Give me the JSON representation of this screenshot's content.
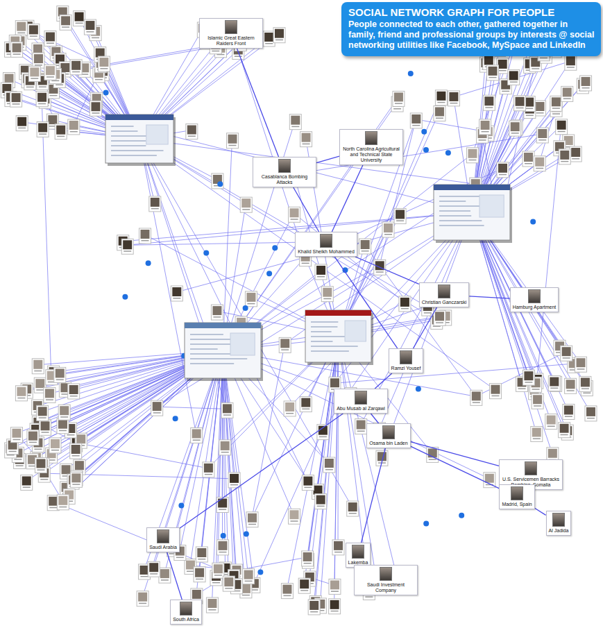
{
  "diagram": {
    "title": "SOCIAL NETWORK GRAPH FOR PEOPLE",
    "caption": "People connected to each other, gathered together in family, friend and professional groups by interests @ social networking utilities like Facebook, MySpace and LinkedIn",
    "nodes": [
      {
        "text": [
          "Khalid Sheikh Mohammed"
        ]
      },
      {
        "text": [
          "Islamic Great Eastern Raiders Front"
        ]
      },
      {
        "text": [
          "Casablanca Bombing Attacks"
        ]
      },
      {
        "text": [
          "North Carolina Agricultural and Technical State University"
        ]
      },
      {
        "text": [
          "Christian Ganczarski"
        ]
      },
      {
        "text": [
          "Hamburg Apartment"
        ]
      },
      {
        "text": [
          "Ramzi Yousef"
        ]
      },
      {
        "text": [
          "Abu Musab al Zarqawi"
        ]
      },
      {
        "text": [
          "Osama bin Laden"
        ]
      },
      {
        "text": [
          "U.S. Servicemen Barracks Bombing, Somalia"
        ]
      },
      {
        "text": [
          "Madrid, Spain"
        ]
      },
      {
        "text": [
          "Al Jadida"
        ]
      },
      {
        "text": [
          "Lakemba"
        ]
      },
      {
        "text": [
          "Saudi Investment Company"
        ]
      },
      {
        "text": [
          "Saudi Arabia"
        ]
      },
      {
        "text": [
          "South Africa"
        ]
      }
    ],
    "edges": [
      {
        "from": 1,
        "to": 2,
        "arrow": "none"
      },
      {
        "from": 2,
        "to": 0,
        "arrow": "none"
      },
      {
        "from": 3,
        "to": 0,
        "arrow": "none"
      },
      {
        "from": 2,
        "to": 3,
        "arrow": "none"
      },
      {
        "from": 0,
        "to": 4,
        "arrow": "none"
      },
      {
        "from": 4,
        "to": 5,
        "arrow": "none"
      },
      {
        "from": 0,
        "to": 6,
        "arrow": "none"
      },
      {
        "from": 6,
        "to": 4,
        "arrow": "none"
      },
      {
        "from": 6,
        "to": 7,
        "arrow": "none"
      },
      {
        "from": 7,
        "to": 8,
        "arrow": "none"
      },
      {
        "from": 8,
        "to": 9,
        "arrow": "none"
      },
      {
        "from": 8,
        "to": 10,
        "arrow": "none"
      },
      {
        "from": 10,
        "to": 11,
        "arrow": "none"
      },
      {
        "from": 8,
        "to": 12,
        "arrow": "none"
      },
      {
        "from": 12,
        "to": 13,
        "arrow": "none"
      },
      {
        "from": 7,
        "to": 14,
        "arrow": "none"
      },
      {
        "from": 14,
        "to": 15,
        "arrow": "none"
      }
    ]
  }
}
